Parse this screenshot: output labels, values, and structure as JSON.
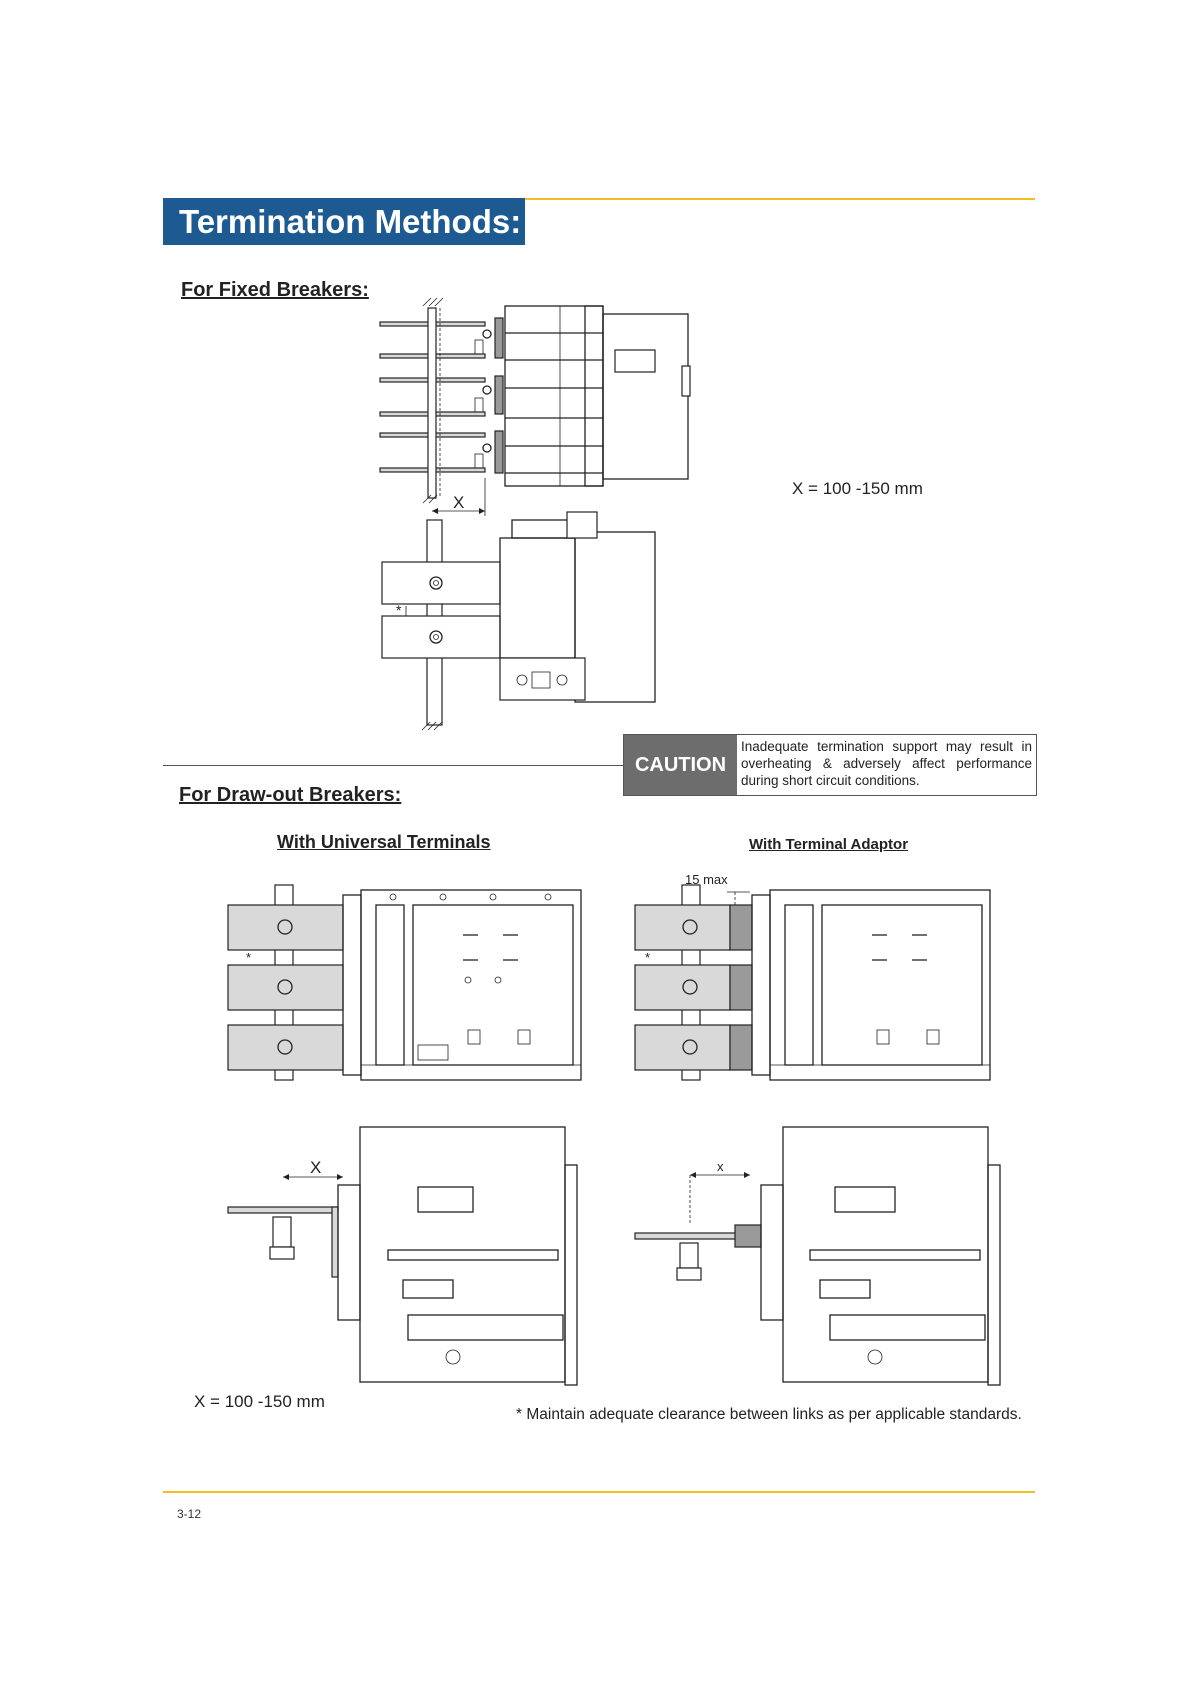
{
  "header": {
    "title": "Termination Methods:"
  },
  "fixed": {
    "heading": "For Fixed Breakers:",
    "dim_label": "X",
    "star_label": "*",
    "note": "X = 100 -150 mm"
  },
  "caution": {
    "label": "CAUTION",
    "text": "Inadequate termination support may result in overheating & adversely affect performance during short circuit conditions."
  },
  "drawout": {
    "heading": "For Draw-out Breakers:",
    "universal_title": "With Universal Terminals",
    "adaptor_title": "With Terminal Adaptor",
    "adaptor_dim": "15 max",
    "dim_label_upper": "X",
    "dim_label_lower": "x",
    "star_label": "*",
    "note": "X = 100 -150 mm",
    "footnote": "* Maintain adequate clearance between links as per applicable standards."
  },
  "footer": {
    "page_number": "3-12"
  },
  "colors": {
    "title_bg": "#1d5a92",
    "accent_line": "#f0c020",
    "caution_bg": "#6d6d6d"
  }
}
